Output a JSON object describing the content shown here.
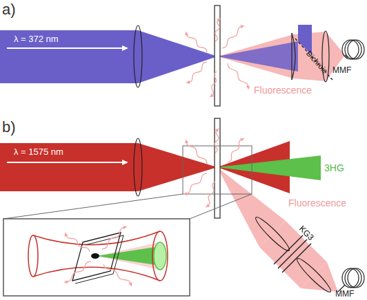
{
  "diagram": {
    "labels": [
      "a)",
      "λ = 372 nm",
      "Dichroic",
      "Fluorescence",
      "MMF",
      "b)",
      "λ = 1575 nm",
      "3HG",
      "Fluorescence",
      "KG3",
      "MMF"
    ]
  }
}
